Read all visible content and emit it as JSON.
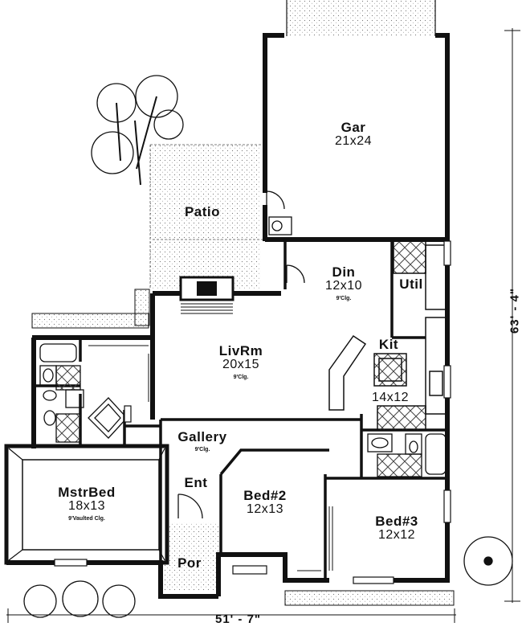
{
  "rooms": {
    "garage": {
      "name": "Gar",
      "dims": "21x24"
    },
    "patio": {
      "name": "Patio"
    },
    "dining": {
      "name": "Din",
      "dims": "12x10",
      "ceiling": "9'Clg."
    },
    "utility": {
      "name": "Util"
    },
    "living": {
      "name": "LivRm",
      "dims": "20x15",
      "ceiling": "9'Clg."
    },
    "kitchen": {
      "name": "Kit",
      "dims": "14x12"
    },
    "gallery": {
      "name": "Gallery",
      "ceiling": "9'Clg."
    },
    "entry": {
      "name": "Ent"
    },
    "master": {
      "name": "MstrBed",
      "dims": "18x13",
      "ceiling": "9'Vaulted Clg."
    },
    "bed2": {
      "name": "Bed#2",
      "dims": "12x13"
    },
    "bed3": {
      "name": "Bed#3",
      "dims": "12x12"
    },
    "porch": {
      "name": "Por"
    }
  },
  "dimensions": {
    "overall_width": "51' - 7\"",
    "overall_depth": "63' - 4\""
  },
  "colors": {
    "wall": "#111111",
    "background": "#ffffff",
    "hatch": "#555555"
  }
}
